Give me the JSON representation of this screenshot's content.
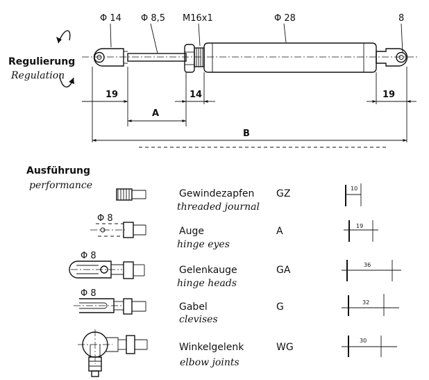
{
  "top_labels": {
    "diam_eye": "Φ 14",
    "diam_rod": "Φ 8,5",
    "thread": "M16x1",
    "diam_tube": "Φ 28",
    "diam_end": "8"
  },
  "regulation": {
    "de": "Regulierung",
    "en": "Regulation"
  },
  "dimensions": {
    "left_eye": "19",
    "a": "A",
    "nut": "14",
    "right_eye": "19",
    "b": "B"
  },
  "section_title": {
    "de": "Ausführung",
    "en": "performance"
  },
  "options": [
    {
      "de": "Gewindezapfen",
      "en": "threaded journal",
      "code": "GZ",
      "dim": "10",
      "diam": ""
    },
    {
      "de": "Auge",
      "en": "hinge eyes",
      "code": "A",
      "dim": "19",
      "diam": "Φ 8"
    },
    {
      "de": "Gelenkauge",
      "en": "hinge heads",
      "code": "GA",
      "dim": "36",
      "diam": "Φ 8"
    },
    {
      "de": "Gabel",
      "en": "clevises",
      "code": "G",
      "dim": "32",
      "diam": "Φ 8"
    },
    {
      "de": "Winkelgelenk",
      "en": "elbow joints",
      "code": "WG",
      "dim": "30",
      "diam": ""
    }
  ]
}
